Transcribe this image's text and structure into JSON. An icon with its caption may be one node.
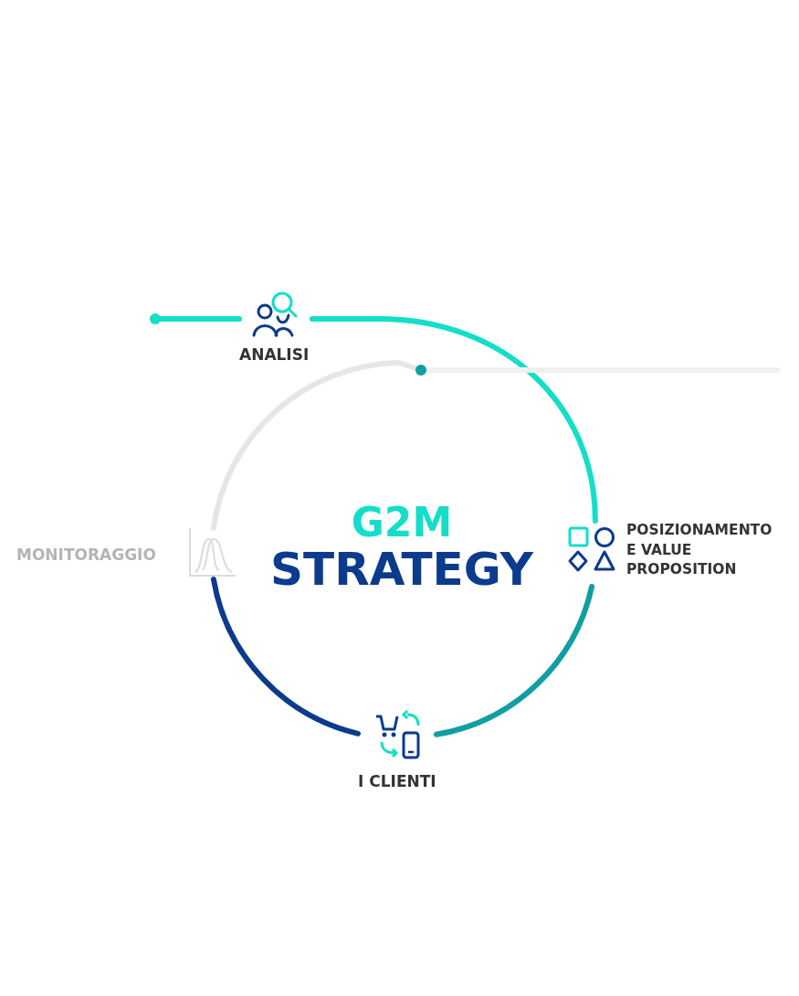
{
  "diagram": {
    "nodes": [
      {
        "text": [
          "G2M",
          "STRATEGY"
        ]
      },
      {
        "text": [
          "ANALISI"
        ]
      },
      {
        "text": [
          "POSIZIONAMENTO E VALUE PROPOSITION"
        ]
      },
      {
        "text": [
          "I CLIENTI"
        ]
      },
      {
        "text": [
          "MONITORAGGIO"
        ]
      },
      {
        "text": [],
        "shape": "circle"
      },
      {
        "text": [],
        "shape": "circle"
      }
    ],
    "edges": [
      {
        "from": 5,
        "to": 1,
        "arrow": "none",
        "color": "#14dec8"
      },
      {
        "from": 1,
        "to": 2,
        "arrow": "none",
        "color": "#14dec8"
      },
      {
        "from": 2,
        "to": 3,
        "arrow": "none",
        "color": "#0f9fa3"
      },
      {
        "from": 3,
        "to": 4,
        "arrow": "none",
        "color": "#0b3b8c"
      },
      {
        "from": 4,
        "to": 6,
        "arrow": "none",
        "color": "#e6e6e6"
      },
      {
        "from": 6,
        "to": null,
        "arrow": "none",
        "color": "#f0f0f0"
      }
    ]
  }
}
